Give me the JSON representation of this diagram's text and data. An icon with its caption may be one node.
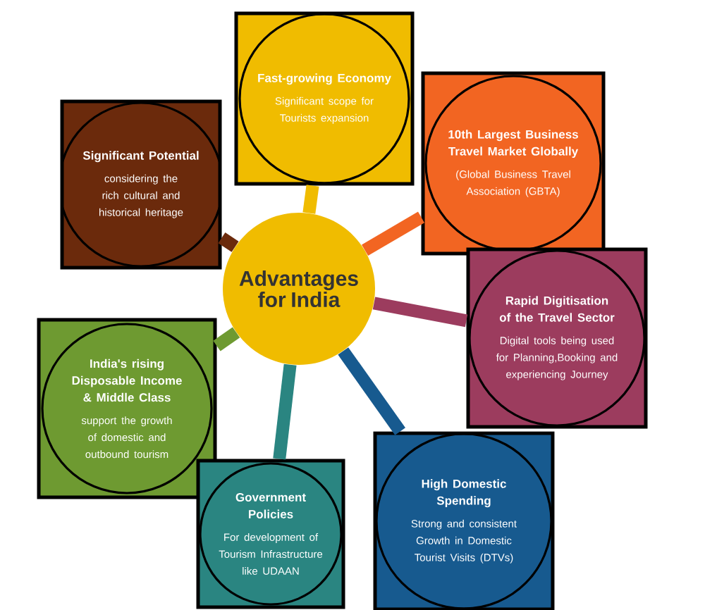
{
  "diagram": {
    "nodes": [
      {
        "text": [
          "Advantages for India"
        ]
      },
      {
        "text": [
          "Significant Potential",
          "considering the rich cultural and historical heritage"
        ]
      },
      {
        "text": [
          "Fast-growing Economy",
          "Significant scope for Tourists expansion"
        ]
      },
      {
        "text": [
          "10th Largest Business Travel Market Globally",
          "(Global Business Travel Association (GBTA)"
        ]
      },
      {
        "text": [
          "Rapid Digitisation of the Travel Sector",
          "Digital tools being used for Planning,Booking and experiencing Journey"
        ]
      },
      {
        "text": [
          "India's rising Disposable Income & Middle Class",
          "support the growth of domestic and outbound tourism"
        ]
      },
      {
        "text": [
          "Government Policies",
          "For development of Tourism Infrastructure like UDAAN"
        ]
      },
      {
        "text": [
          "High Domestic Spending",
          "Strong and consistent Growth in Domestic Tourist Visits (DTVs)"
        ]
      }
    ],
    "edges": [
      {
        "from": 0,
        "to": 1,
        "arrow": "none",
        "color": "#6b2a0c"
      },
      {
        "from": 0,
        "to": 2,
        "arrow": "none",
        "color": "#f0bc00"
      },
      {
        "from": 0,
        "to": 3,
        "arrow": "none",
        "color": "#f26522"
      },
      {
        "from": 0,
        "to": 4,
        "arrow": "none",
        "color": "#9c3c5e"
      },
      {
        "from": 0,
        "to": 5,
        "arrow": "none",
        "color": "#6e9a31"
      },
      {
        "from": 0,
        "to": 6,
        "arrow": "none",
        "color": "#2a8581"
      },
      {
        "from": 0,
        "to": 7,
        "arrow": "none",
        "color": "#175a8f"
      }
    ]
  }
}
